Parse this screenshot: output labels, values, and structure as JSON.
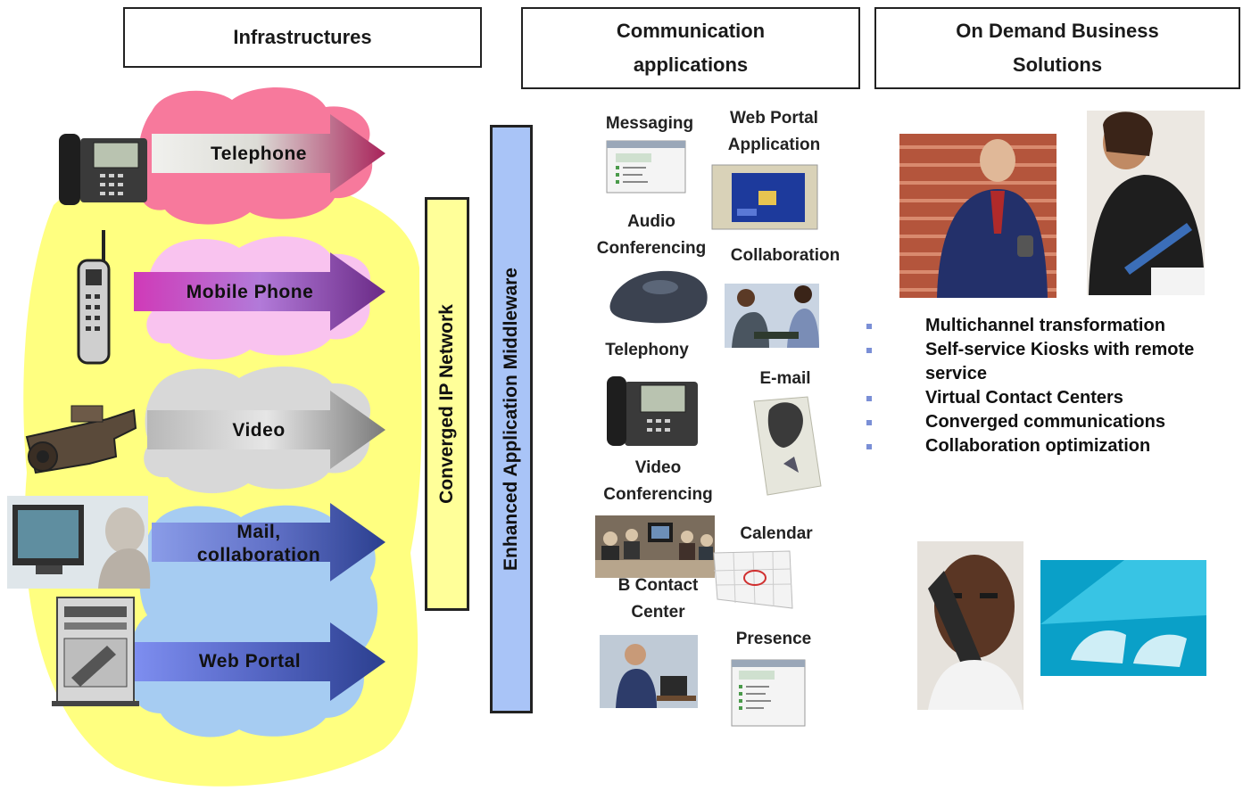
{
  "headers": {
    "infrastructures": "Infrastructures",
    "communication": [
      "Communication",
      "applications"
    ],
    "business": [
      "On Demand Business",
      "Solutions"
    ]
  },
  "bars": {
    "network": "Converged IP Network",
    "middleware": "Enhanced Application  Middleware"
  },
  "infrastructure_items": [
    {
      "label": "Telephone",
      "icon": "desk-phone-icon",
      "color": "#a8235a"
    },
    {
      "label": "Mobile Phone",
      "icon": "mobile-phone-icon",
      "color": "#6a2a86"
    },
    {
      "label": "Video",
      "icon": "video-camera-icon",
      "color": "#7a7a7a"
    },
    {
      "label": "Mail, collaboration",
      "label_lines": [
        "Mail,",
        "collaboration"
      ],
      "icon": "computer-user-icon",
      "color": "#2b3f8f"
    },
    {
      "label": "Web Portal",
      "icon": "server-icon",
      "color": "#2b3f8f"
    }
  ],
  "applications": [
    {
      "label": "Messaging",
      "icon": "messaging-window-icon"
    },
    {
      "label": "Web Portal Application",
      "label_lines": [
        "Web Portal",
        "Application"
      ],
      "icon": "web-portal-screen-icon"
    },
    {
      "label": "Audio Conferencing",
      "label_lines": [
        "Audio",
        "Conferencing"
      ],
      "icon": "conference-speaker-icon"
    },
    {
      "label": "Collaboration",
      "icon": "meeting-people-icon"
    },
    {
      "label": "Telephony",
      "icon": "ip-phone-icon"
    },
    {
      "label": "E-mail",
      "icon": "email-envelope-icon"
    },
    {
      "label": "Video Conferencing",
      "label_lines": [
        "Video",
        "Conferencing"
      ],
      "icon": "video-conference-room-icon"
    },
    {
      "label": "Calendar",
      "icon": "calendar-icon"
    },
    {
      "label": "B Contact Center",
      "label_lines": [
        "B Contact",
        "Center"
      ],
      "icon": "call-center-agent-icon"
    },
    {
      "label": "Presence",
      "icon": "presence-window-icon"
    }
  ],
  "solutions": [
    "Multichannel transformation",
    "Self-service Kiosks with remote service",
    "Virtual Contact Centers",
    "Converged communications",
    "Collaboration optimization"
  ],
  "photos": [
    "businessman-pda-photo",
    "woman-phone-photo",
    "man-phone-photo",
    "laptop-hands-photo"
  ],
  "colors": {
    "yellow_area": "#ffff80",
    "network_bar": "#ffff99",
    "middleware_bar": "#a9c4f7",
    "pink_cloud": "#f7799c",
    "light_pink_cloud": "#f9c3ef",
    "grey_cloud": "#d8d8d8",
    "blue_cloud": "#a6ccf2",
    "bullet": "#7a8fd6"
  }
}
